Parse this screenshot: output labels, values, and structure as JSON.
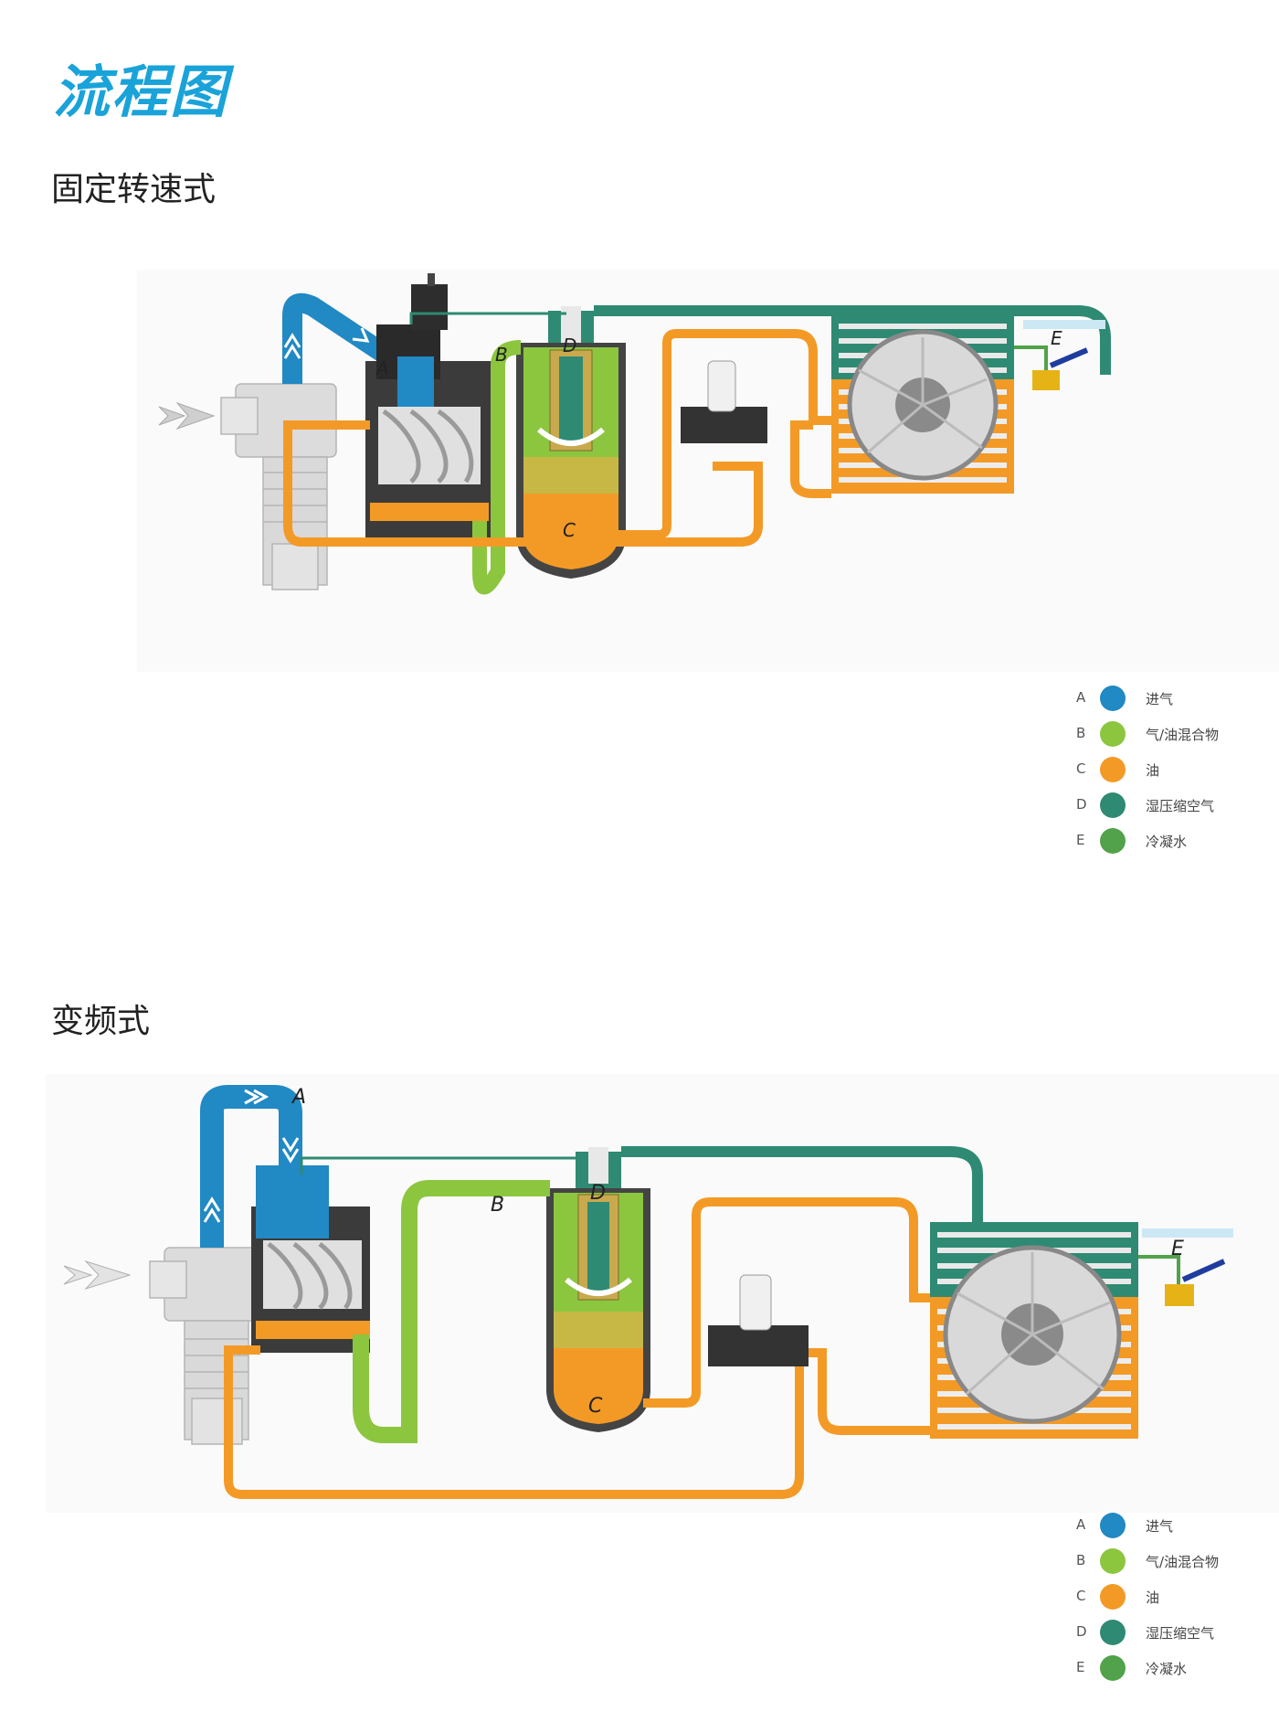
{
  "page_title": "流程图",
  "sections": [
    {
      "title": "固定转速式"
    },
    {
      "title": "变频式"
    }
  ],
  "labels": {
    "a": "A",
    "b": "B",
    "c": "C",
    "d": "D",
    "e": "E"
  },
  "legend": [
    {
      "letter": "A",
      "label": "进气",
      "color": "#2189c3"
    },
    {
      "letter": "B",
      "label": "气/油混合物",
      "color": "#8cc63f"
    },
    {
      "letter": "C",
      "label": "油",
      "color": "#f39a26"
    },
    {
      "letter": "D",
      "label": "湿压缩空气",
      "color": "#2f8a73"
    },
    {
      "letter": "E",
      "label": "冷凝水",
      "color": "#51a24a"
    }
  ]
}
